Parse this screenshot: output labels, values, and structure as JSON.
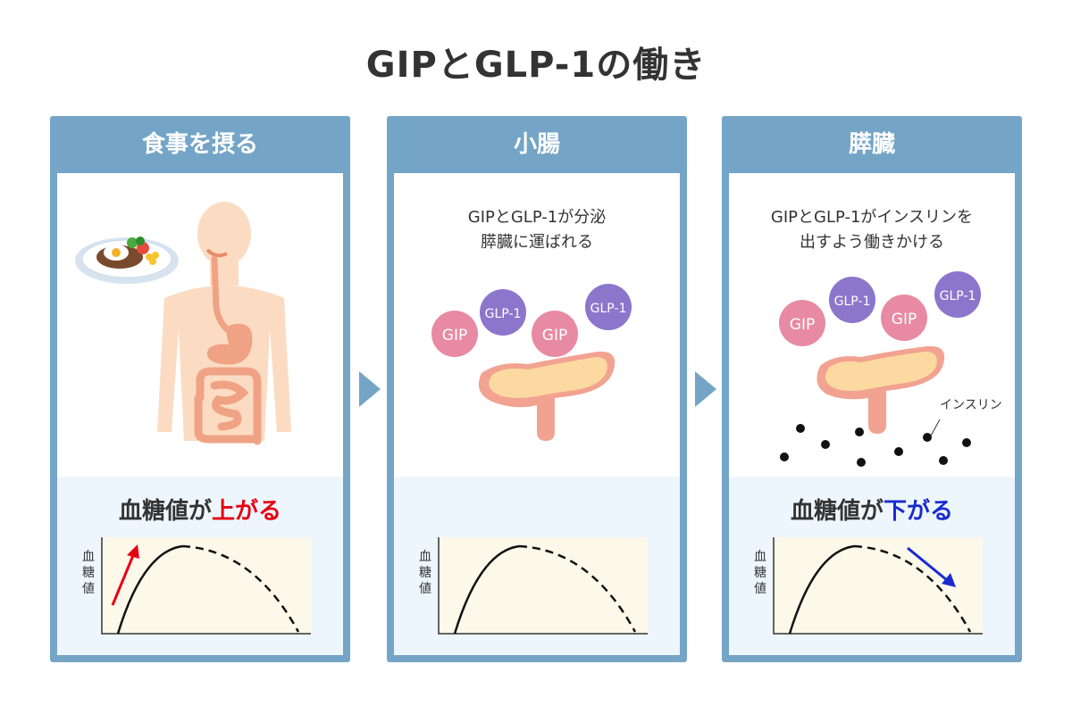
{
  "title": "GIPとGLP-1の働き",
  "panels": [
    {
      "header": "食事を摂る",
      "result_prefix": "血糖値が",
      "result_emph": "上がる",
      "chart_ylabel": [
        "血",
        "糖",
        "値"
      ]
    },
    {
      "header": "小腸",
      "caption": [
        "GIPとGLP-1が分泌",
        "膵臓に運ばれる"
      ],
      "chart_ylabel": [
        "血",
        "糖",
        "値"
      ]
    },
    {
      "header": "膵臓",
      "caption": [
        "GIPとGLP-1がインスリンを",
        "出すよう働きかける"
      ],
      "result_prefix": "血糖値が",
      "result_emph": "下がる",
      "insulin_label": "インスリン",
      "chart_ylabel": [
        "血",
        "糖",
        "値"
      ]
    }
  ],
  "hormones": {
    "gip": "GIP",
    "glp1": "GLP-1"
  },
  "colors": {
    "panel": "#74a5c6",
    "body_fill": "#fbdcc2",
    "gip": "#e88aa3",
    "glp1": "#8c76cc",
    "pancreas": "#fbd9a0",
    "up": "#e60012",
    "down": "#1a2bd0"
  }
}
